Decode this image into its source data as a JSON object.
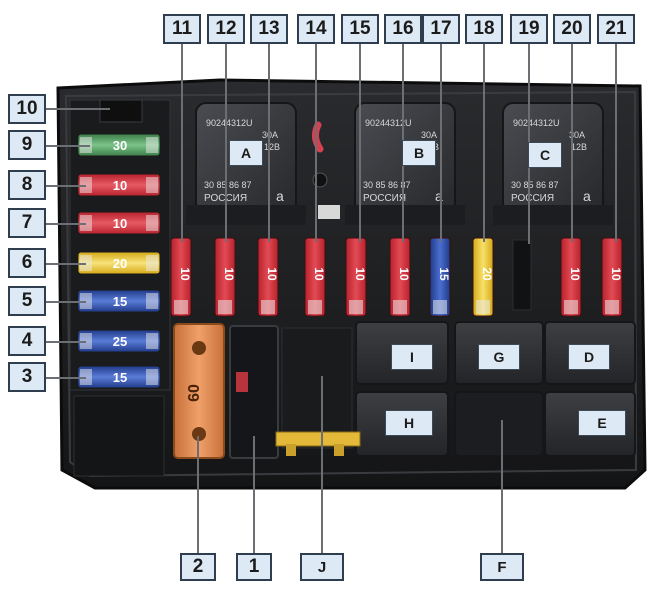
{
  "colors": {
    "housing": "#1e1f21",
    "relay": "#2e3034",
    "fuse_red": "#d9343f",
    "fuse_blue": "#3457b5",
    "fuse_yellow": "#f0cc2e",
    "fuse_green": "#4e9a5a",
    "fuse_orange": "#e28a4a",
    "label_bg": "#dde9f4"
  },
  "labels": {
    "n1": "1",
    "n2": "2",
    "n3": "3",
    "n4": "4",
    "n5": "5",
    "n6": "6",
    "n7": "7",
    "n8": "8",
    "n9": "9",
    "n10": "10",
    "n11": "11",
    "n12": "12",
    "n13": "13",
    "n14": "14",
    "n15": "15",
    "n16": "16",
    "n17": "17",
    "n18": "18",
    "n19": "19",
    "n20": "20",
    "n21": "21",
    "A": "A",
    "B": "B",
    "C": "C",
    "D": "D",
    "E": "E",
    "F": "F",
    "G": "G",
    "H": "H",
    "I": "I",
    "J": "J"
  },
  "relay_text": {
    "part": "90244312U",
    "amp": "30A",
    "tail": "12B",
    "pins": "30 85 86 87",
    "origin": "РОССИЯ",
    "mark": "a"
  },
  "fuse_ratings": {
    "f3": "15",
    "f4": "25",
    "f5": "15",
    "f6": "20",
    "f7": "10",
    "f8": "10",
    "f9": "30",
    "f11": "10",
    "f12": "10",
    "f13": "10",
    "f14": "10",
    "f15": "10",
    "f16": "10",
    "f17": "15",
    "f18": "20",
    "f20": "10",
    "f21": "10",
    "maxi": "60"
  }
}
